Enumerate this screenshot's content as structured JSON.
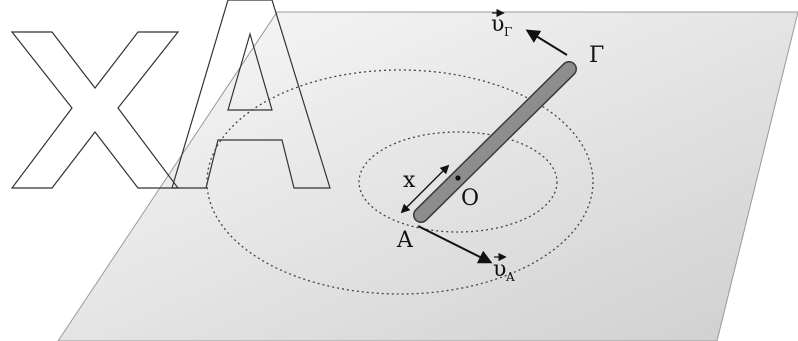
{
  "watermark": {
    "text": "ΧΑ"
  },
  "labels": {
    "point_a": "A",
    "point_o": "O",
    "point_gamma": "Γ",
    "distance_x": "x",
    "velocity_symbol": "υ",
    "sub_a": "A",
    "sub_gamma": "Γ"
  },
  "colors": {
    "plane_light": "#fafafa",
    "plane_dark": "#cfcfcf",
    "rod_fill": "#8d8d8d",
    "rod_stroke": "#3a3a3a",
    "dotted_circle": "#444444",
    "arrow": "#111111"
  }
}
